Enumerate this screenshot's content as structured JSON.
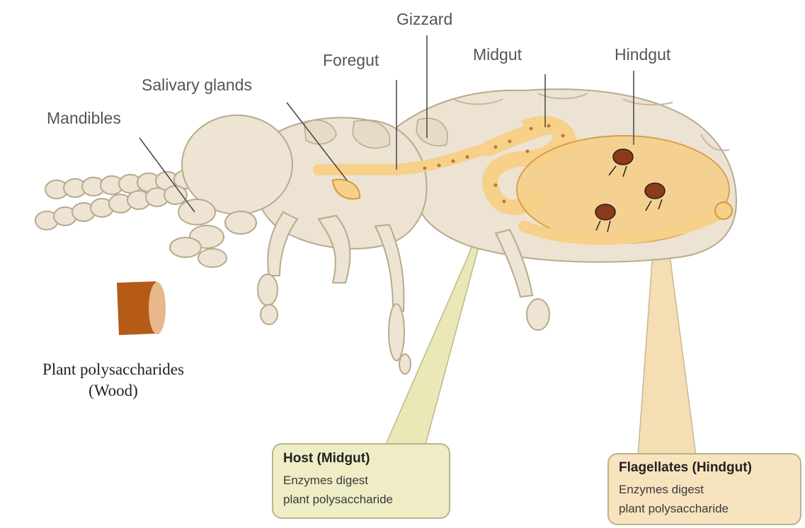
{
  "labels": {
    "gizzard": "Gizzard",
    "foregut": "Foregut",
    "midgut": "Midgut",
    "hindgut": "Hindgut",
    "salivary": "Salivary glands",
    "mandibles": "Mandibles"
  },
  "wood": {
    "line1": "Plant polysaccharides",
    "line2": "(Wood)"
  },
  "host_box": {
    "title": "Host (Midgut)",
    "line1": "Enzymes digest",
    "line2": "plant polysaccharide"
  },
  "flag_box": {
    "title": "Flagellates (Hindgut)",
    "line1": "Enzymes digest",
    "line2": "plant polysaccharide"
  },
  "colors": {
    "body": "#ece3d2",
    "outline": "#b9a98e",
    "gut": "#f7d08a",
    "gut_dark": "#d59a3b",
    "wood": "#b55a17",
    "host_box_fill": "#eeedc5",
    "flag_box_fill": "#f8e3bf",
    "flagellate": "#8b3a1a"
  }
}
